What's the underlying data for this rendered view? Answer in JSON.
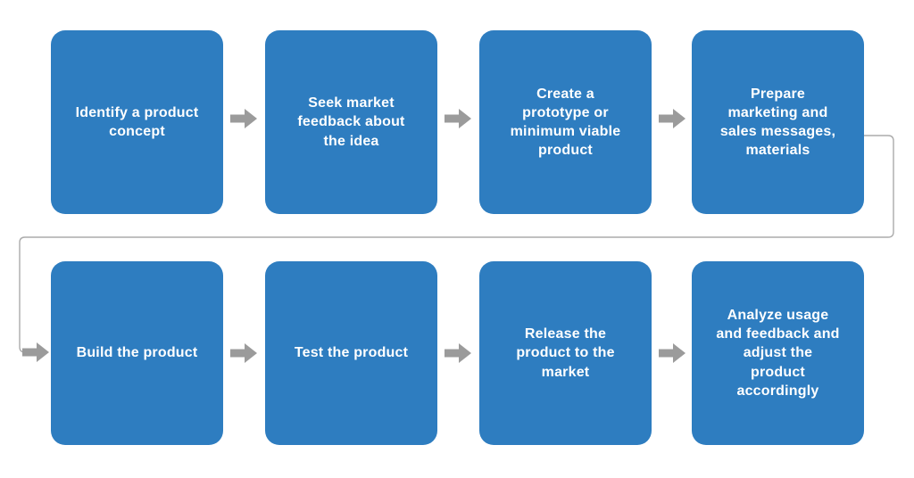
{
  "flowchart": {
    "steps": [
      {
        "label": "Identify a product\nconcept"
      },
      {
        "label": "Seek market\nfeedback about\nthe idea"
      },
      {
        "label": "Create a\nprototype or\nminimum viable\nproduct"
      },
      {
        "label": "Prepare\nmarketing and\nsales messages,\nmaterials"
      },
      {
        "label": "Build the product"
      },
      {
        "label": "Test the product"
      },
      {
        "label": "Release the\nproduct to the\nmarket"
      },
      {
        "label": "Analyze usage\nand feedback and\nadjust the\nproduct\naccordingly"
      }
    ],
    "colors": {
      "background": "#ffffff",
      "box_fill": "#2e7dc0",
      "box_text": "#ffffff",
      "arrow_fill": "#9b9b9b",
      "connector_stroke": "#ababab"
    }
  }
}
